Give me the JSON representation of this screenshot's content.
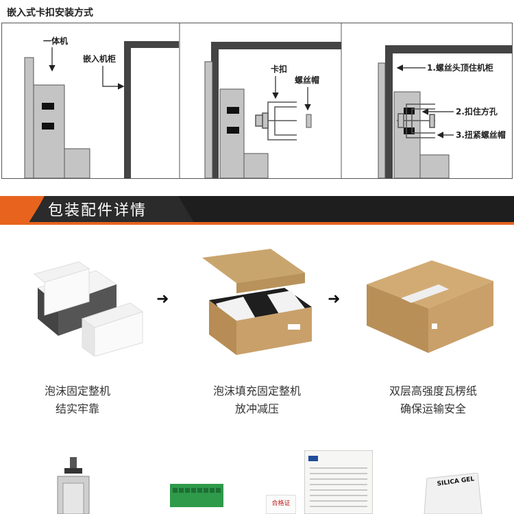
{
  "header": {
    "title": "嵌入式卡扣安装方式"
  },
  "diagram": {
    "panel1": {
      "label_unit": "一体机",
      "label_cabinet": "嵌入机柜"
    },
    "panel2": {
      "label_clip": "卡扣",
      "label_nut": "螺丝帽"
    },
    "panel3": {
      "step1": "1.螺丝头顶住机柜",
      "step2": "2.扣住方孔",
      "step3": "3.扭紧螺丝帽"
    }
  },
  "section": {
    "title": "包装配件详情"
  },
  "packaging": [
    {
      "line1": "泡沫固定整机",
      "line2": "结实牢靠"
    },
    {
      "line1": "泡沫填充固定整机",
      "line2": "放冲减压"
    },
    {
      "line1": "双层高强度瓦楞纸",
      "line2": "确保运输安全"
    }
  ],
  "accessories": {
    "qc_card": "合格证",
    "desiccant": "SILICA GEL"
  },
  "colors": {
    "accent": "#e8641e",
    "banner": "#1e1e1e",
    "cabinet": "#444444",
    "device": "#c4c4c4"
  }
}
